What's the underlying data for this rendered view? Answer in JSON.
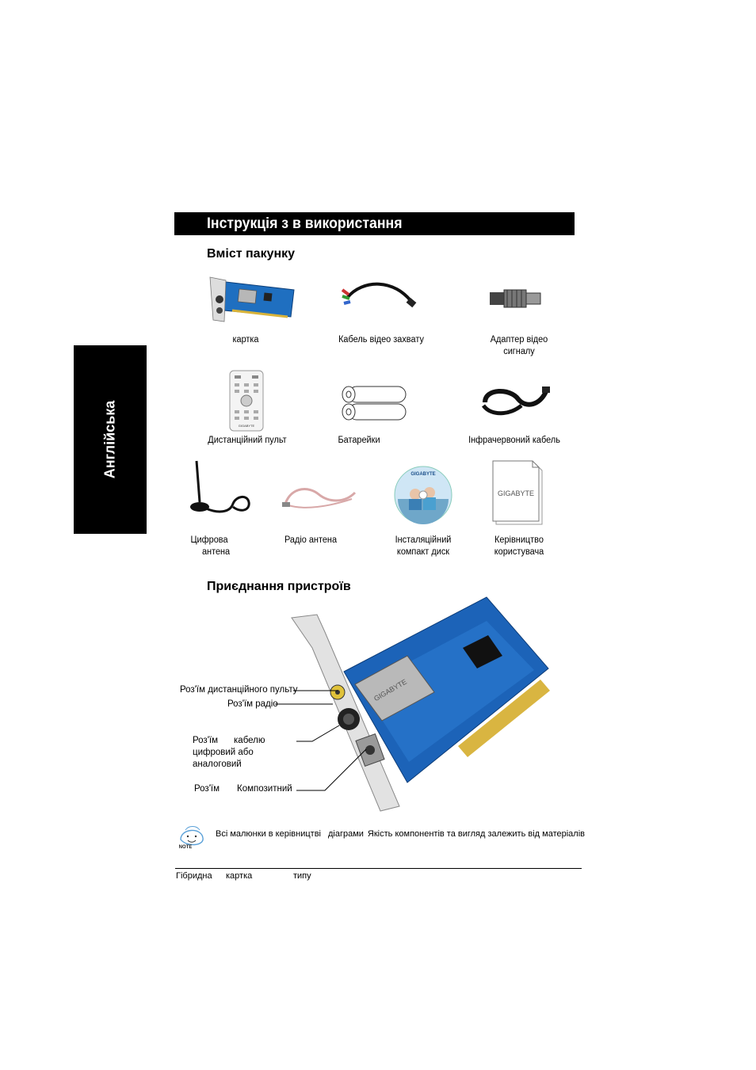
{
  "header": {
    "title": "Інструкція з в використання"
  },
  "side_tab": {
    "label": "Англійська"
  },
  "package": {
    "title": "Вміст пакунку",
    "items": [
      {
        "label_lines": [
          "картка"
        ]
      },
      {
        "label_lines": [
          "Кабель відео захвату"
        ]
      },
      {
        "label_lines": [
          "Адаптер відео",
          "сигналу"
        ]
      },
      {
        "label_lines": [
          "Дистанційний пульт"
        ]
      },
      {
        "label_lines": [
          "Батарейки"
        ]
      },
      {
        "label_lines": [
          "Інфрачервоний кабель"
        ]
      },
      {
        "label_lines": [
          "Цифрова",
          "антена"
        ]
      },
      {
        "label_lines": [
          "Радіо антена"
        ]
      },
      {
        "label_lines": [
          "Інсталяційний",
          "компакт диск"
        ]
      },
      {
        "label_lines": [
          "Керівництво",
          "користувача"
        ]
      }
    ],
    "cd_brand": "GIGABYTE",
    "manual_brand": "GIGABYTE",
    "remote_brand": "GIGABYTE"
  },
  "connection": {
    "title": "Приєднання пристроїв",
    "callouts": {
      "remote": "Роз'їм дистанційного пульту",
      "radio": "Роз'їм радіо",
      "cable_a": "Роз'їм",
      "cable_b": "кабелю",
      "cable_c": "цифровий або",
      "cable_d": "аналоговий",
      "composite_a": "Роз'їм",
      "composite_b": "Композитний"
    },
    "card_brand": "GIGABYTE"
  },
  "note": {
    "icon_text": "NOTE",
    "text_a": "Всі малюнки в керівництві",
    "text_b": "діаграми",
    "text_c": "Якість компонентів та вигляд залежить від матеріалів"
  },
  "footer": {
    "a": "Гібридна",
    "b": "картка",
    "c": "типу"
  }
}
